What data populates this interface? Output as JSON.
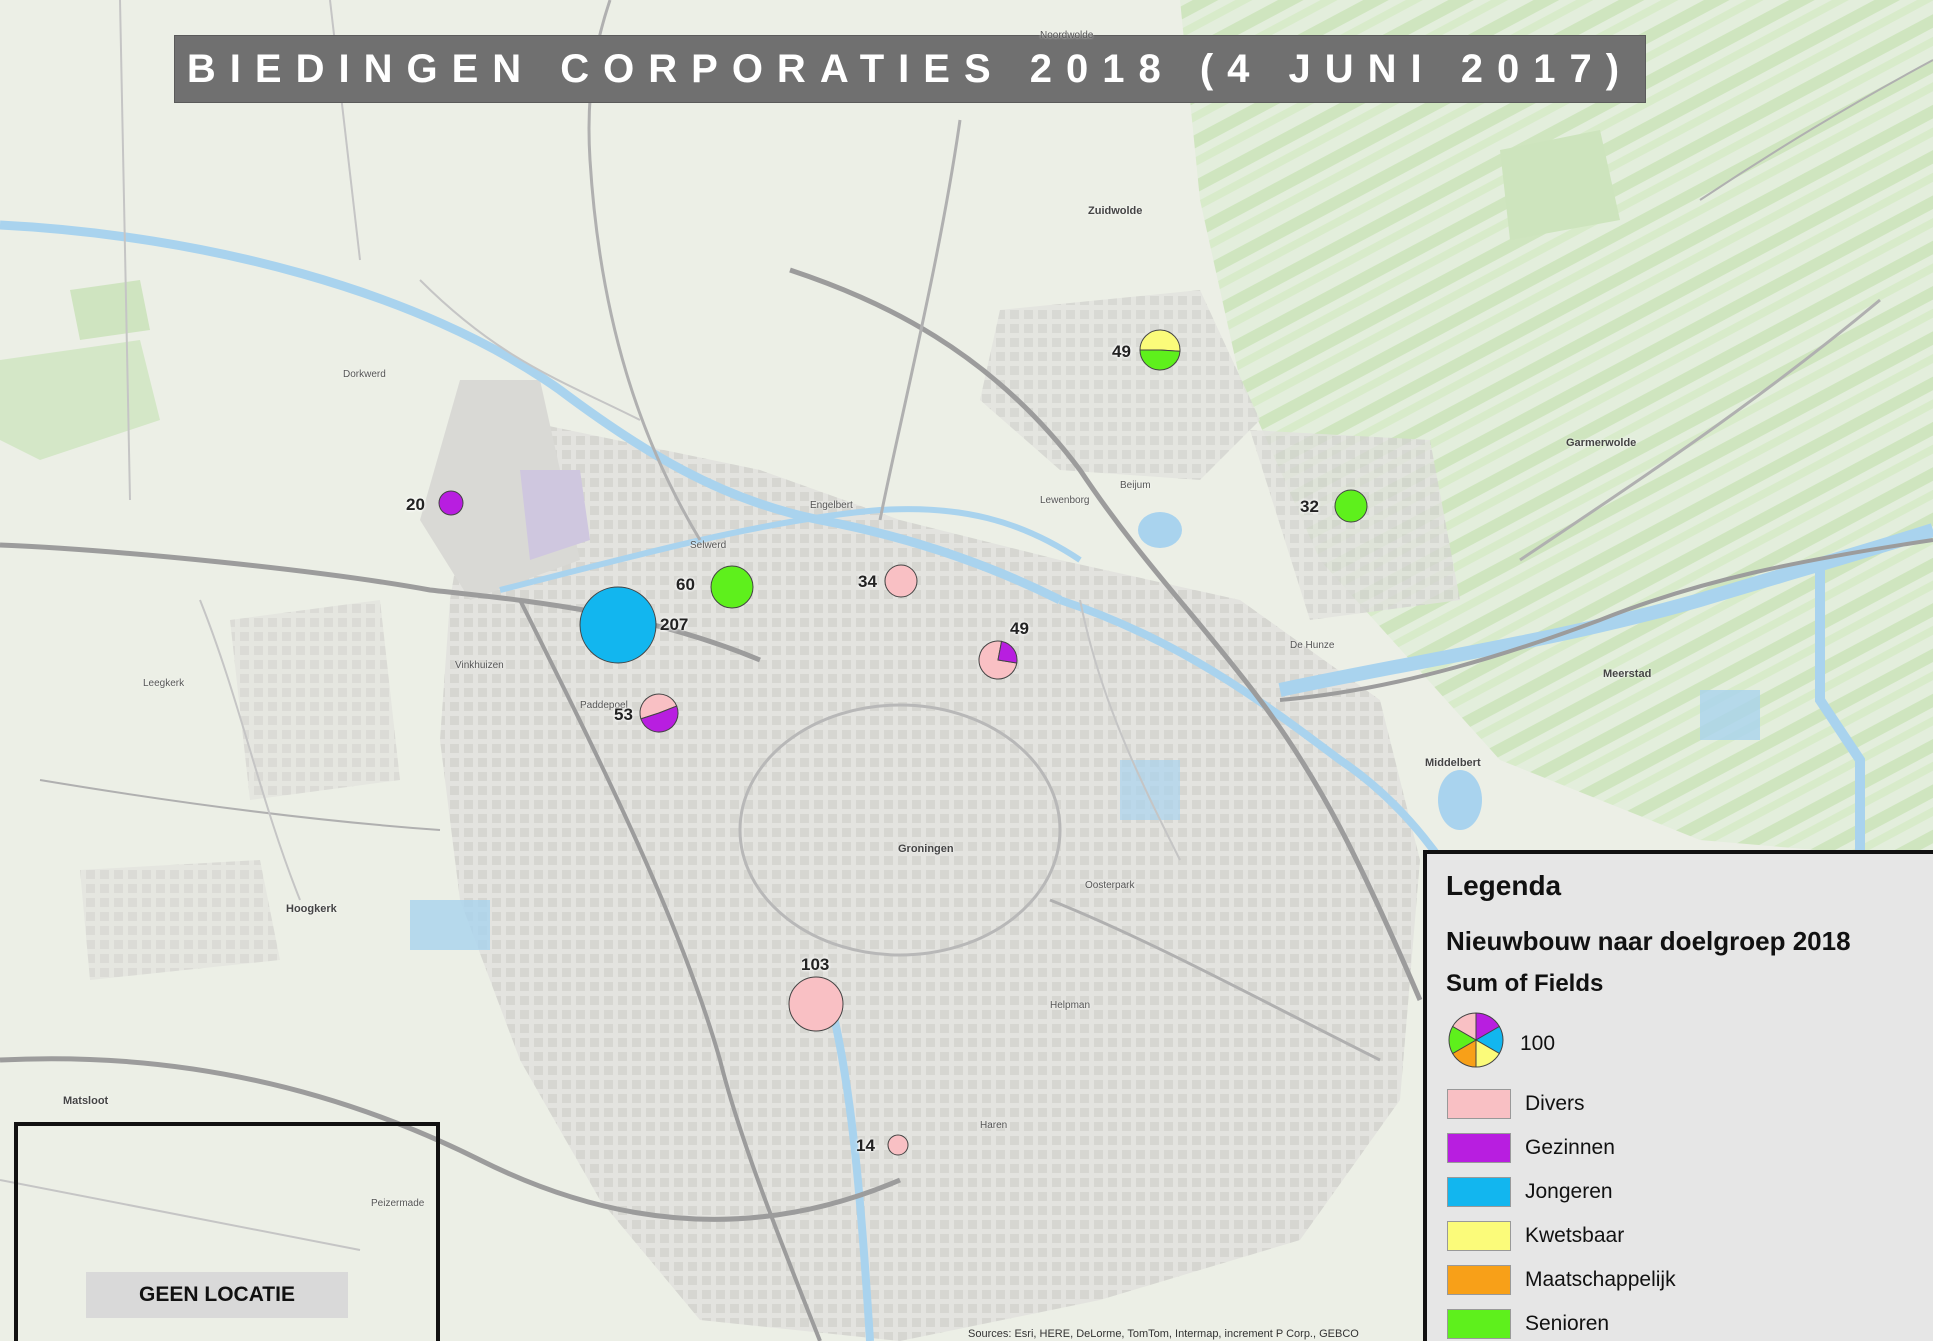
{
  "title": "BIEDINGEN CORPORATIES 2018 (4 JUNI 2017)",
  "colors": {
    "Divers": "#f9c0c4",
    "Gezinnen": "#b81ee0",
    "Jongeren": "#12b6ef",
    "Kwetsbaar": "#fbfb7a",
    "Maatschappelijk": "#f8a018",
    "Senioren": "#5ef01c"
  },
  "bubbles": [
    {
      "label": "49",
      "total": 49,
      "slices": [
        {
          "cat": "Kwetsbaar",
          "value": 25
        },
        {
          "cat": "Senioren",
          "value": 24
        }
      ]
    },
    {
      "label": "20",
      "total": 20,
      "slices": [
        {
          "cat": "Gezinnen",
          "value": 20
        }
      ]
    },
    {
      "label": "32",
      "total": 32,
      "slices": [
        {
          "cat": "Senioren",
          "value": 32
        }
      ]
    },
    {
      "label": "60",
      "total": 60,
      "slices": [
        {
          "cat": "Senioren",
          "value": 60
        }
      ]
    },
    {
      "label": "34",
      "total": 34,
      "slices": [
        {
          "cat": "Divers",
          "value": 34
        }
      ]
    },
    {
      "label": "207",
      "total": 207,
      "slices": [
        {
          "cat": "Jongeren",
          "value": 207
        }
      ]
    },
    {
      "label": "49",
      "total": 49,
      "slices": [
        {
          "cat": "Divers",
          "value": 37
        },
        {
          "cat": "Gezinnen",
          "value": 12
        }
      ]
    },
    {
      "label": "53",
      "total": 53,
      "slices": [
        {
          "cat": "Divers",
          "value": 26
        },
        {
          "cat": "Gezinnen",
          "value": 27
        }
      ]
    },
    {
      "label": "103",
      "total": 103,
      "slices": [
        {
          "cat": "Divers",
          "value": 103
        }
      ]
    },
    {
      "label": "14",
      "total": 14,
      "slices": [
        {
          "cat": "Divers",
          "value": 14
        }
      ]
    }
  ],
  "places": [
    "Zuidwolde",
    "Garmerwolde",
    "Meerstad",
    "Middelbert",
    "Groningen",
    "Hoogkerk",
    "Matsloot",
    "Peizermade",
    "Dorkwerd",
    "Noordwolde",
    "Leegkerk",
    "Engelbert",
    "Lewenborg",
    "Paddepoel",
    "Vinkhuizen",
    "Selwerd",
    "Beijum",
    "De Hunze",
    "Oosterpark",
    "Helpman",
    "Haren"
  ],
  "legend": {
    "title": "Legenda",
    "subtitle": "Nieuwbouw naar doelgroep 2018",
    "field_title": "Sum of Fields",
    "symbol_value": "100",
    "items": [
      "Divers",
      "Gezinnen",
      "Jongeren",
      "Kwetsbaar",
      "Maatschappelijk",
      "Senioren"
    ]
  },
  "inset_label": "GEEN LOCATIE",
  "sources": "Sources: Esri, HERE, DeLorme, TomTom, Intermap, increment P Corp., GEBCO"
}
